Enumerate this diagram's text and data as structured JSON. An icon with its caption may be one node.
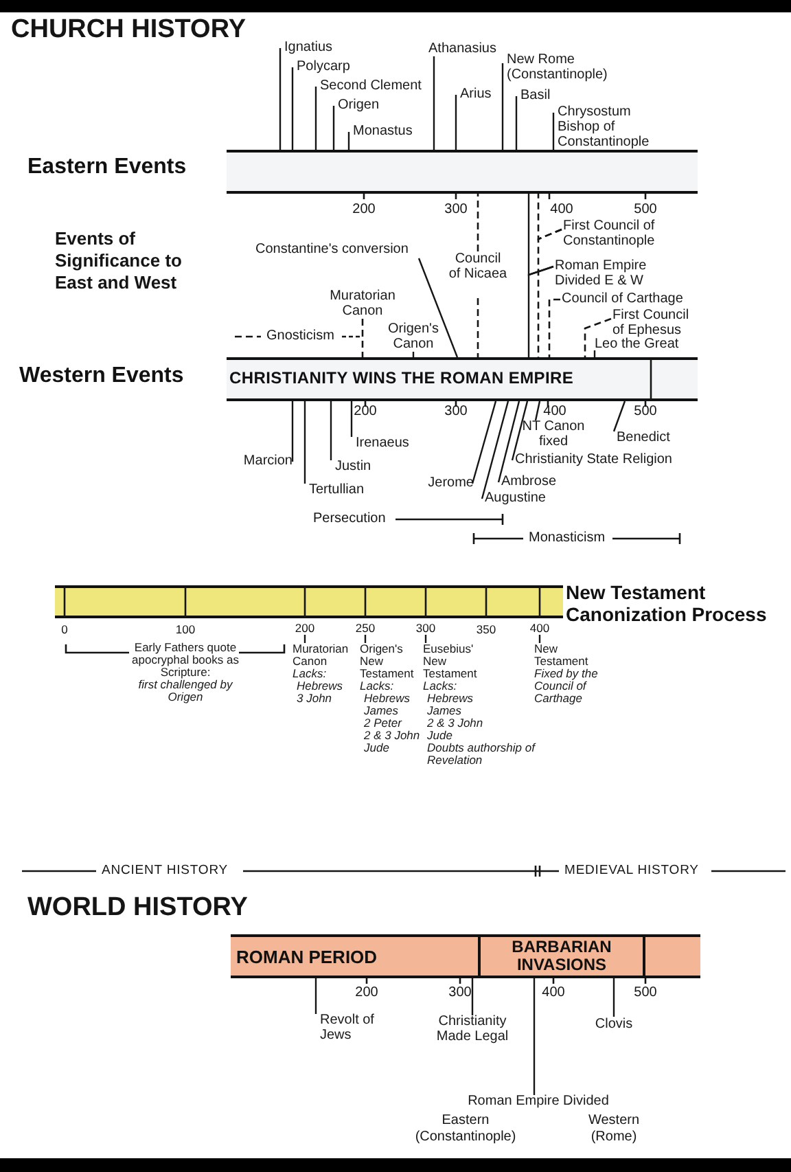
{
  "diagram": {
    "nodes": [
      {
        "text": [
          "Eastern Events"
        ]
      },
      {
        "text": [
          "Western Events",
          "CHRISTIANITY WINS THE ROMAN EMPIRE"
        ]
      },
      {
        "text": [
          "New Testament Canonization Process"
        ]
      },
      {
        "text": [],
        "shape": "bar"
      },
      {
        "text": [
          "ROMAN PERIOD"
        ],
        "in": 3
      },
      {
        "text": [
          "BARBARIAN INVASIONS"
        ],
        "in": 3
      },
      {
        "text": [
          "Ignatius"
        ]
      },
      {
        "text": [
          "Polycarp"
        ]
      },
      {
        "text": [
          "Second Clement"
        ]
      },
      {
        "text": [
          "Origen"
        ]
      },
      {
        "text": [
          "Monastus"
        ]
      },
      {
        "text": [
          "Athanasius"
        ]
      },
      {
        "text": [
          "Arius"
        ]
      },
      {
        "text": [
          "New Rome (Constantinople)"
        ]
      },
      {
        "text": [
          "Basil"
        ]
      },
      {
        "text": [
          "Chrysostum Bishop of Constantinople"
        ]
      },
      {
        "text": [
          "Constantine's conversion"
        ]
      },
      {
        "text": [
          "Council of Nicaea"
        ]
      },
      {
        "text": [
          "First Council of Constantinople"
        ]
      },
      {
        "text": [
          "Roman Empire Divided E & W"
        ]
      },
      {
        "text": [
          "Council of Carthage"
        ]
      },
      {
        "text": [
          "First Council of Ephesus"
        ]
      },
      {
        "text": [
          "Leo the Great"
        ]
      },
      {
        "text": [
          "Muratorian Canon"
        ]
      },
      {
        "text": [
          "Origen's Canon"
        ]
      },
      {
        "text": [
          "Marcion"
        ]
      },
      {
        "text": [
          "Tertullian"
        ]
      },
      {
        "text": [
          "Justin"
        ]
      },
      {
        "text": [
          "Irenaeus"
        ]
      },
      {
        "text": [
          "Jerome"
        ]
      },
      {
        "text": [
          "Augustine"
        ]
      },
      {
        "text": [
          "Ambrose"
        ]
      },
      {
        "text": [
          "Christianity State Religion"
        ]
      },
      {
        "text": [
          "NT Canon fixed"
        ]
      },
      {
        "text": [
          "Benedict"
        ]
      },
      {
        "text": [
          "Early Fathers quote apocryphal books as Scripture:",
          "first challenged by Origen"
        ]
      },
      {
        "text": [
          "Muratorian Canon",
          "Lacks:",
          "Hebrews",
          "3 John"
        ]
      },
      {
        "text": [
          "Origen's New Testament",
          "Lacks:",
          "Hebrews",
          "James",
          "2 Peter",
          "2 & 3 John",
          "Jude"
        ]
      },
      {
        "text": [
          "Eusebius' New Testament",
          "Lacks:",
          "Hebrews",
          "James",
          "2 & 3 John",
          "Jude",
          "Doubts authorship of Revelation"
        ]
      },
      {
        "text": [
          "New Testament",
          "Fixed by the Council of Carthage"
        ]
      },
      {
        "text": [
          "Revolt of Jews"
        ]
      },
      {
        "text": [
          "Christianity Made Legal"
        ]
      },
      {
        "text": [
          "Clovis"
        ]
      },
      {
        "text": [
          "Roman Empire Divided"
        ]
      },
      {
        "text": [
          "200"
        ]
      },
      {
        "text": [
          "250"
        ]
      },
      {
        "text": [
          "300"
        ]
      },
      {
        "text": [
          "400"
        ]
      }
    ],
    "edges": [
      {
        "from": 6,
        "to": 0,
        "arrow": "none"
      },
      {
        "from": 7,
        "to": 0,
        "arrow": "none"
      },
      {
        "from": 8,
        "to": 0,
        "arrow": "none"
      },
      {
        "from": 9,
        "to": 0,
        "arrow": "none"
      },
      {
        "from": 10,
        "to": 0,
        "arrow": "none"
      },
      {
        "from": 11,
        "to": 0,
        "arrow": "none"
      },
      {
        "from": 12,
        "to": 0,
        "arrow": "none"
      },
      {
        "from": 13,
        "to": 0,
        "arrow": "none"
      },
      {
        "from": 14,
        "to": 0,
        "arrow": "none"
      },
      {
        "from": 15,
        "to": 0,
        "arrow": "none"
      },
      {
        "from": 16,
        "to": 1,
        "arrow": "none"
      },
      {
        "from": 17,
        "to": 0,
        "arrow": "none",
        "style": "dashed"
      },
      {
        "from": 17,
        "to": 1,
        "arrow": "none",
        "style": "dashed"
      },
      {
        "from": 18,
        "to": 0,
        "arrow": "none",
        "style": "dashed"
      },
      {
        "from": 18,
        "to": 1,
        "arrow": "none",
        "style": "dashed"
      },
      {
        "from": 19,
        "to": 0,
        "arrow": "none"
      },
      {
        "from": 19,
        "to": 1,
        "arrow": "none"
      },
      {
        "from": 20,
        "to": 1,
        "arrow": "none",
        "style": "dashed"
      },
      {
        "from": 21,
        "to": 1,
        "arrow": "none",
        "style": "dashed"
      },
      {
        "from": 22,
        "to": 1,
        "arrow": "none"
      },
      {
        "from": 23,
        "to": 1,
        "arrow": "none",
        "style": "dashed"
      },
      {
        "from": 24,
        "to": 1,
        "arrow": "none"
      },
      {
        "from": 25,
        "to": 1,
        "arrow": "none"
      },
      {
        "from": 26,
        "to": 1,
        "arrow": "none"
      },
      {
        "from": 27,
        "to": 1,
        "arrow": "none"
      },
      {
        "from": 28,
        "to": 1,
        "arrow": "none"
      },
      {
        "from": 29,
        "to": 1,
        "arrow": "none"
      },
      {
        "from": 30,
        "to": 1,
        "arrow": "none"
      },
      {
        "from": 31,
        "to": 1,
        "arrow": "none"
      },
      {
        "from": 32,
        "to": 1,
        "arrow": "none"
      },
      {
        "from": 33,
        "to": 1,
        "arrow": "none"
      },
      {
        "from": 34,
        "to": 1,
        "arrow": "none"
      },
      {
        "from": 36,
        "to": 44,
        "arrow": "none"
      },
      {
        "from": 37,
        "to": 45,
        "arrow": "none"
      },
      {
        "from": 38,
        "to": 46,
        "arrow": "none"
      },
      {
        "from": 39,
        "to": 47,
        "arrow": "none"
      },
      {
        "from": 40,
        "to": 3,
        "arrow": "none"
      },
      {
        "from": 41,
        "to": 3,
        "arrow": "none"
      },
      {
        "from": 42,
        "to": 3,
        "arrow": "none"
      },
      {
        "from": 43,
        "to": 3,
        "arrow": "none"
      }
    ],
    "labels": [
      "CHURCH HISTORY",
      "200",
      "300",
      "400",
      "500",
      "Events of Significance to East and West",
      "Gnosticism",
      "200",
      "300",
      "400",
      "500",
      "Persecution",
      "Monasticism",
      "0",
      "100",
      "350",
      "ANCIENT HISTORY",
      "MEDIEVAL HISTORY",
      "WORLD HISTORY",
      "200",
      "300",
      "400",
      "500",
      "Eastern (Constantinople)",
      "Western (Rome)"
    ]
  }
}
